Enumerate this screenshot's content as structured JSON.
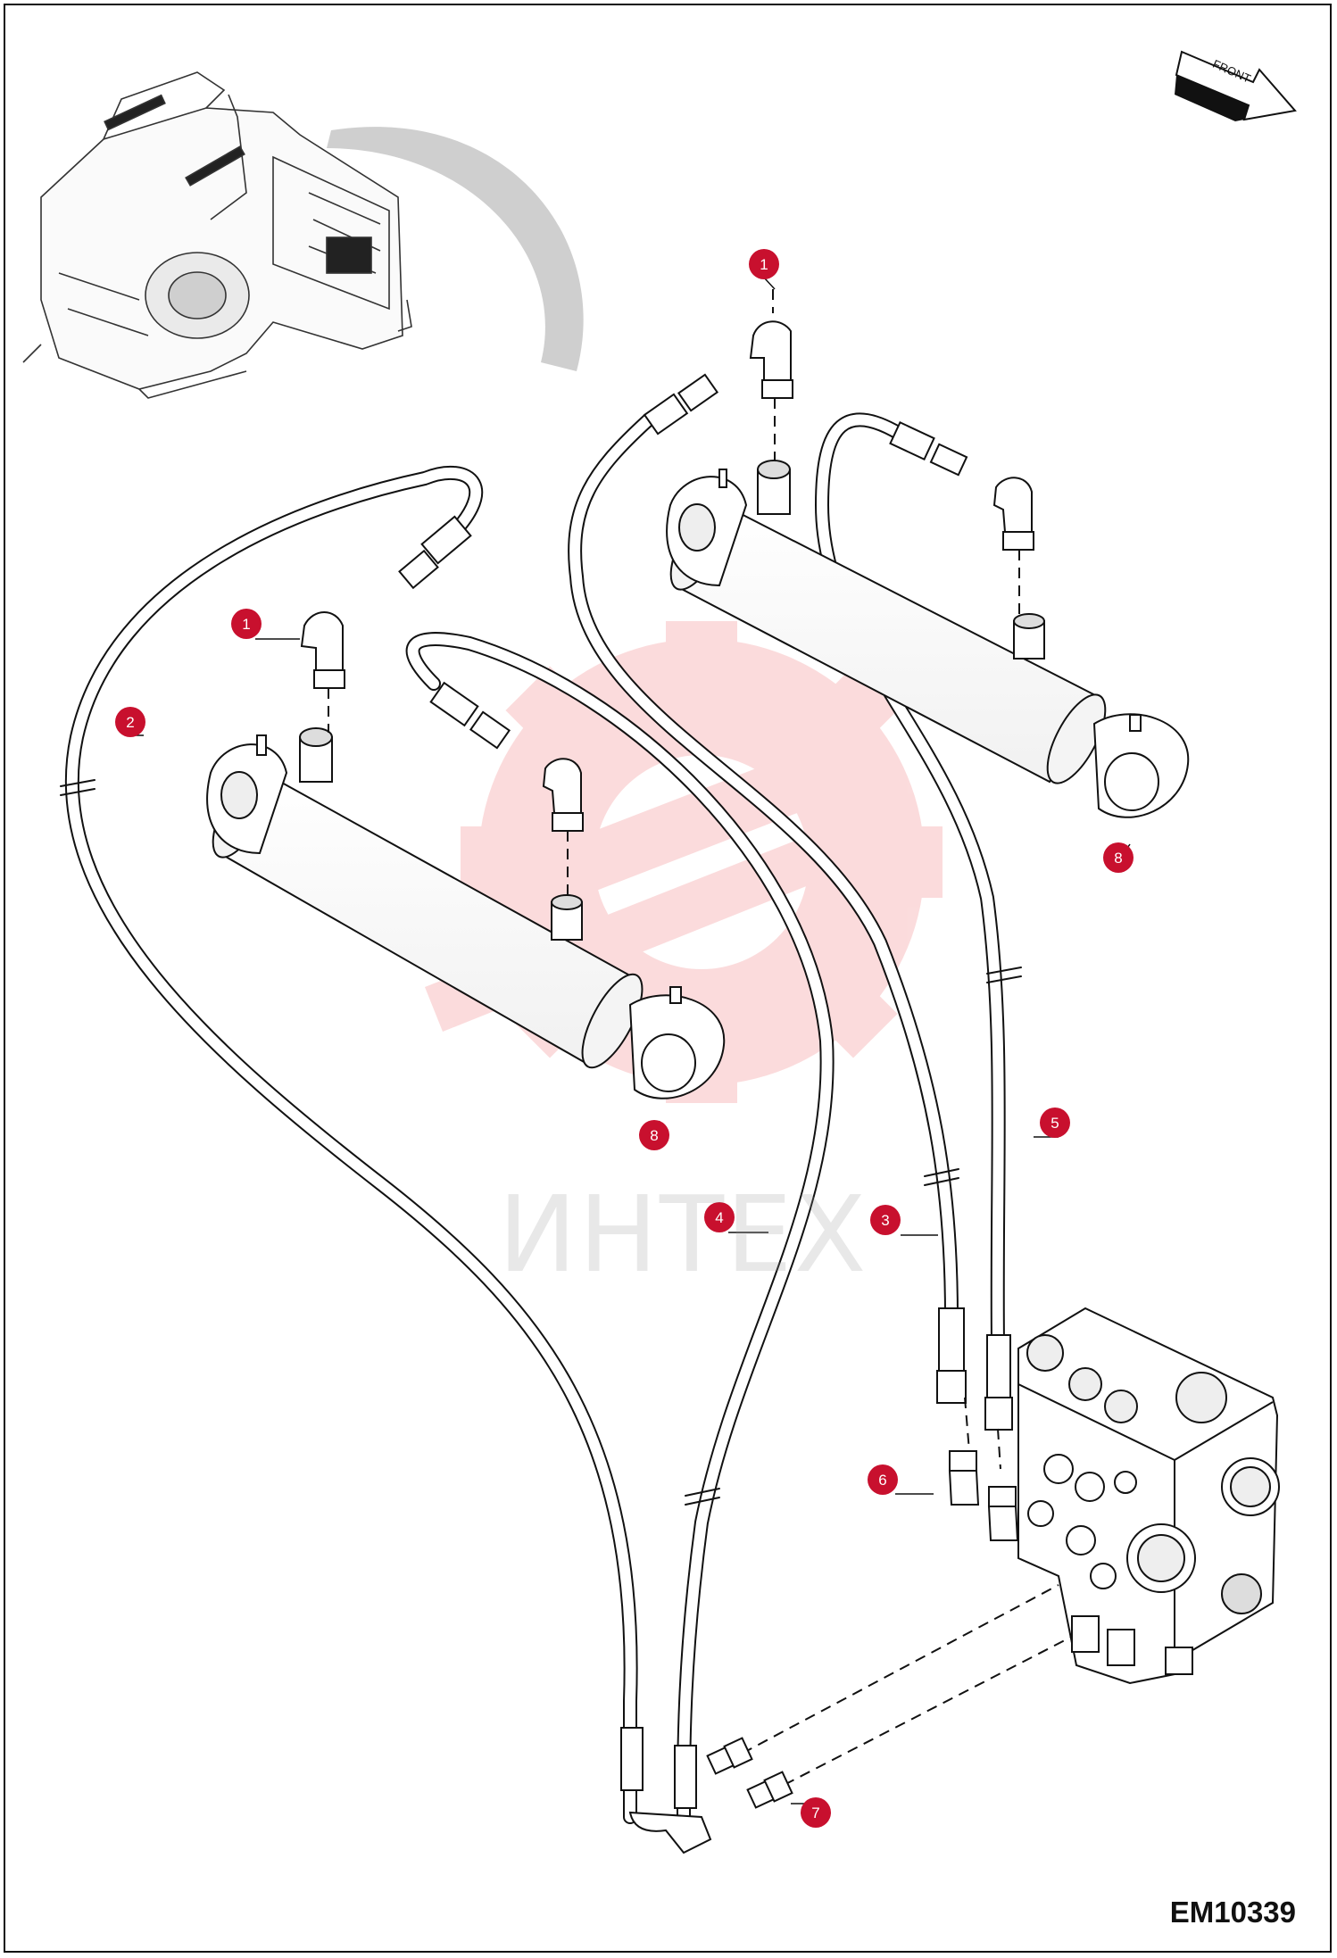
{
  "drawing_code": "EM10339",
  "front_label": "FRONT",
  "watermark_text": "ИНТЕХ",
  "colors": {
    "callout": "#c8102e",
    "line": "#111111",
    "watermark": "#e8282a"
  },
  "icons": {
    "front_arrow": "front-arrow-icon",
    "watermark_logo": "gear-watermark-icon"
  },
  "callouts": [
    {
      "number": "1"
    },
    {
      "number": "1"
    },
    {
      "number": "2"
    },
    {
      "number": "3"
    },
    {
      "number": "4"
    },
    {
      "number": "5"
    },
    {
      "number": "6"
    },
    {
      "number": "7"
    },
    {
      "number": "8"
    },
    {
      "number": "8"
    }
  ]
}
